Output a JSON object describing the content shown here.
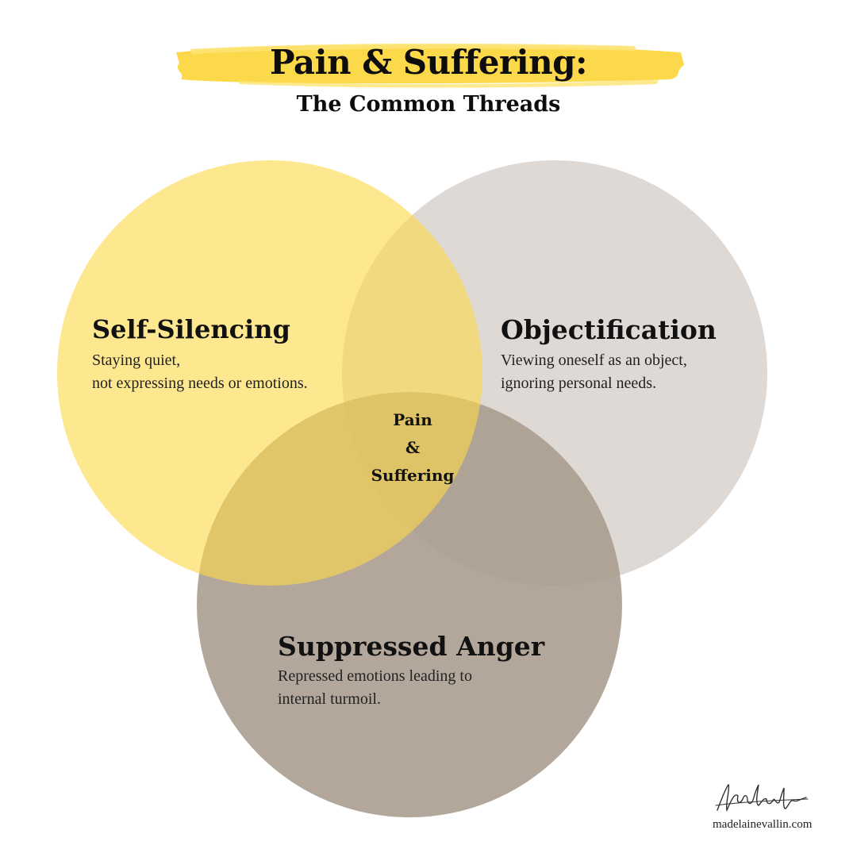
{
  "title": {
    "main": "Pain & Suffering:",
    "sub": "The Common Threads",
    "highlight_color": "#fcd94a"
  },
  "circles": [
    {
      "id": "self-silencing",
      "label": "Self-Silencing",
      "description_lines": [
        "Staying quiet,",
        "not expressing needs or emotions."
      ],
      "color": "#fde68a"
    },
    {
      "id": "objectification",
      "label": "Objectification",
      "description_lines": [
        "Viewing oneself as an object,",
        "ignoring personal needs."
      ],
      "color": "#dcd6d1"
    },
    {
      "id": "suppressed-anger",
      "label": "Suppressed Anger",
      "description_lines": [
        "Repressed emotions leading to",
        "internal turmoil."
      ],
      "color": "#a89b8d"
    }
  ],
  "center": {
    "lines": [
      "Pain",
      "&",
      "Suffering"
    ]
  },
  "footer": {
    "signature": "Madelaine Vallin",
    "website": "madelainevallin.com"
  }
}
